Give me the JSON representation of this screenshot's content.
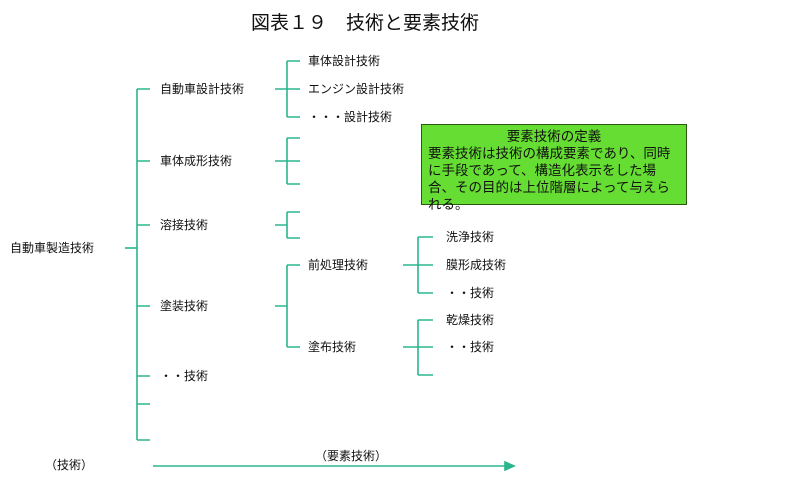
{
  "title": "図表１９　技術と要素技術",
  "root": "自動車製造技術",
  "level2": [
    "自動車設計技術",
    "車体成形技術",
    "溶接技術",
    "塗装技術",
    "・・技術"
  ],
  "design_children": [
    "車体設計技術",
    "エンジン設計技術",
    "・・・設計技術"
  ],
  "painting_children": [
    "前処理技術",
    "塗布技術"
  ],
  "pretreatment_children": [
    "洗浄技術",
    "膜形成技術",
    "・・技術"
  ],
  "coating_children": [
    "乾燥技術",
    "・・技術"
  ],
  "definition": {
    "heading": "要素技術の定義",
    "body": "要素技術は技術の構成要素であり、同時に手段であって、構造化表示をした場合、その目的は上位階層によって与えられる。"
  },
  "axis": {
    "left_label": "（技術）",
    "arrow_label": "（要素技術）"
  },
  "colors": {
    "line": "#2bb58f",
    "box": "#66dd33"
  }
}
